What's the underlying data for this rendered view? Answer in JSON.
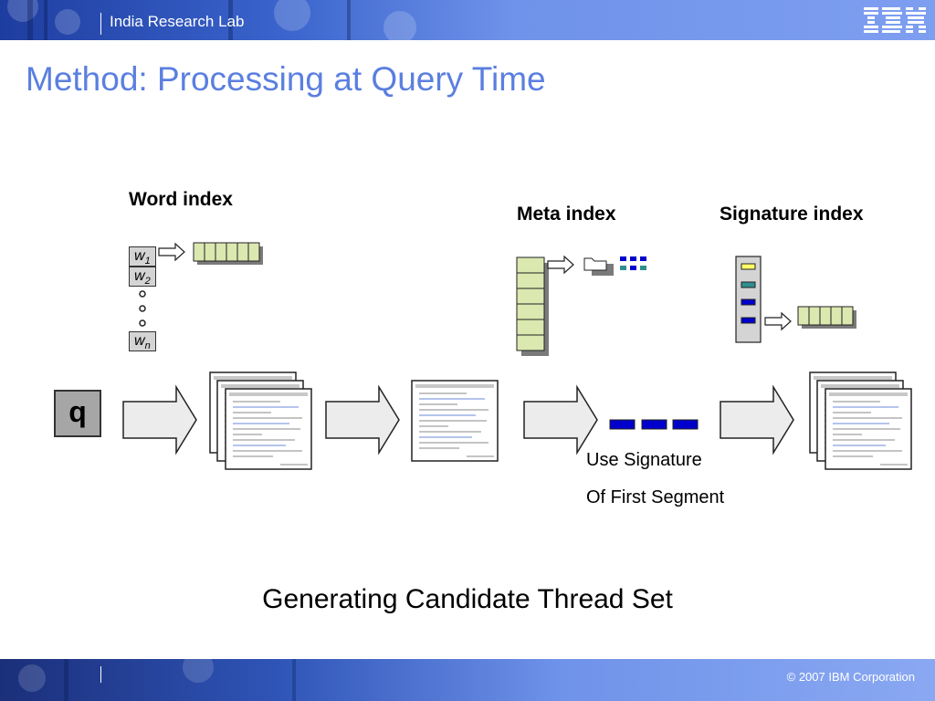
{
  "header": {
    "lab_name": "India Research Lab",
    "logo_text": "IBM"
  },
  "title": "Method: Processing at Query Time",
  "diagram": {
    "word_index_label": "Word index",
    "meta_index_label": "Meta index",
    "signature_index_label": "Signature index",
    "word_entries": [
      {
        "base": "w",
        "sub": "1"
      },
      {
        "base": "w",
        "sub": "2"
      },
      {
        "base": "w",
        "sub": "n"
      }
    ],
    "query_label": "q",
    "signature_note_line1": "Use Signature",
    "signature_note_line2": "Of First Segment",
    "caption": "Generating Candidate Thread Set",
    "colors": {
      "accent": "#5b7fe0",
      "cell_green": "#dbe8b0",
      "sig_yellow": "#ffff66",
      "sig_teal": "#2f8f8f",
      "sig_blue": "#0000cc"
    }
  },
  "footer": {
    "copyright": "© 2007 IBM Corporation"
  }
}
